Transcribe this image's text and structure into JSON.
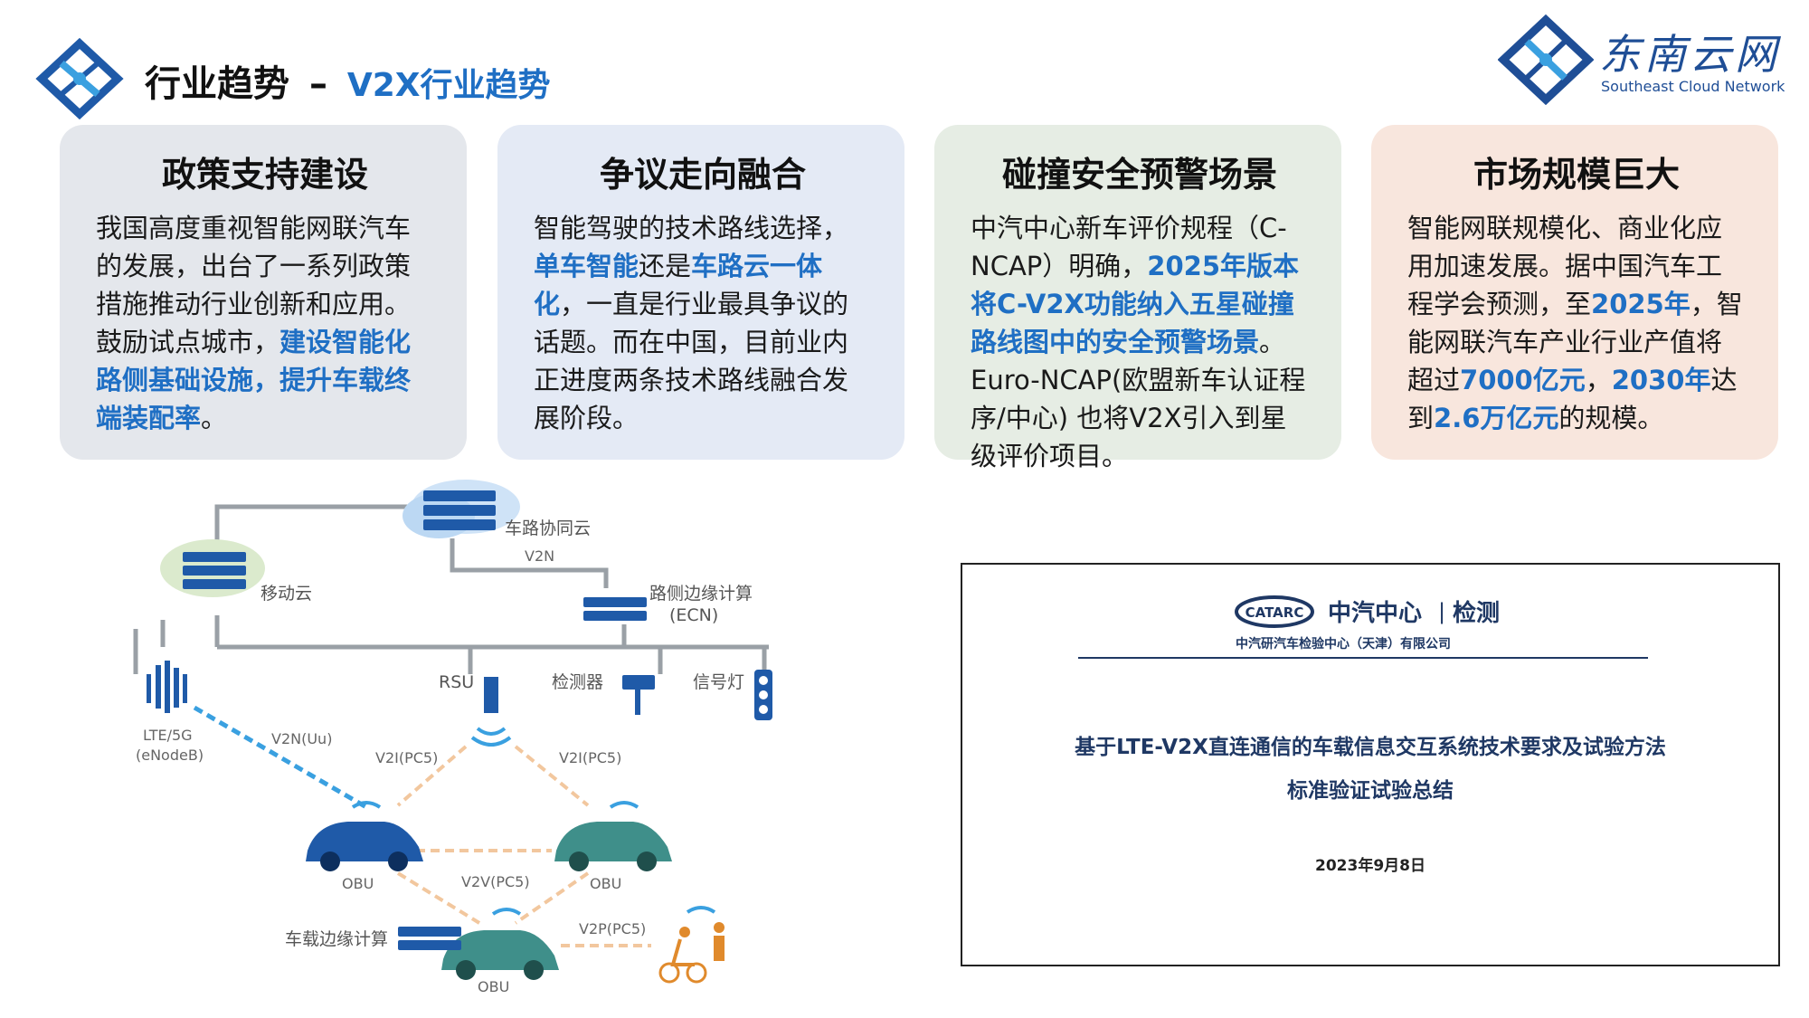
{
  "header": {
    "title": "行业趋势",
    "dash": "–",
    "subtitle": "V2X行业趋势"
  },
  "brand": {
    "name_cn": "东南云网",
    "name_en": "Southeast Cloud Network"
  },
  "cards": [
    {
      "title": "政策支持建设",
      "text_1": "我国高度重视智能网联汽车的发展，出台了一系列政策措施推动行业创新和应用。鼓励试点城市，",
      "highlight_1": "建设智能化路侧基础设施，提升车载终端装配率",
      "text_2": "。"
    },
    {
      "title": "争议走向融合",
      "text_1": "智能驾驶的技术路线选择，",
      "highlight_1": "单车智能",
      "text_2": "还是",
      "highlight_2": "车路云一体化",
      "text_3": "，一直是行业最具争议的话题。而在中国，目前业内正进度两条技术路线融合发展阶段。"
    },
    {
      "title": "碰撞安全预警场景",
      "text_1": "中汽中心新车评价规程（C-NCAP）明确，",
      "highlight_1": "2025年版本将C-V2X功能纳入五星碰撞路线图中的安全预警场景",
      "text_2": "。Euro-NCAP(欧盟新车认证程序/中心) 也将V2X引入到星级评价项目。"
    },
    {
      "title": "市场规模巨大",
      "text_1": "智能网联规模化、商业化应用加速发展。据中国汽车工程学会预测，至",
      "highlight_1": "2025年",
      "text_2": "，智能网联汽车产业行业产值将超过",
      "highlight_2": "7000亿元",
      "text_3": "，",
      "highlight_3": "2030年",
      "text_4": "达到",
      "highlight_4": "2.6万亿元",
      "text_5": "的规模。"
    }
  ],
  "diagram": {
    "cloud_v2x": "车路协同云",
    "v2n": "V2N",
    "mobile_cloud": "移动云",
    "ecn_1": "路侧边缘计算",
    "ecn_2": "(ECN)",
    "rsu": "RSU",
    "detector": "检测器",
    "signal": "信号灯",
    "lte_1": "LTE/5G",
    "lte_2": "(eNodeB)",
    "v2n_uu": "V2N(Uu)",
    "v2i_left": "V2I(PC5)",
    "v2i_right": "V2I(PC5)",
    "obu_left": "OBU",
    "obu_right": "OBU",
    "obu_bottom": "OBU",
    "v2v": "V2V(PC5)",
    "v2p": "V2P(PC5)",
    "vehicle_edge": "车载边缘计算"
  },
  "report": {
    "logo_text": "CATARC",
    "org_name": "中汽中心",
    "org_sep": "|",
    "org_unit": "检测",
    "org_full": "中汽研汽车检验中心（天津）有限公司",
    "title_1": "基于LTE-V2X直连通信的车载信息交互系统技术要求及试验方法",
    "title_2": "标准验证试验总结",
    "date": "2023年9月8日"
  },
  "colors": {
    "accent": "#1f6fc4",
    "navy": "#1f3864",
    "card1": "#e4e7ec",
    "card2": "#e4eaf5",
    "card3": "#e6ede4",
    "card4": "#f8e6dd"
  }
}
